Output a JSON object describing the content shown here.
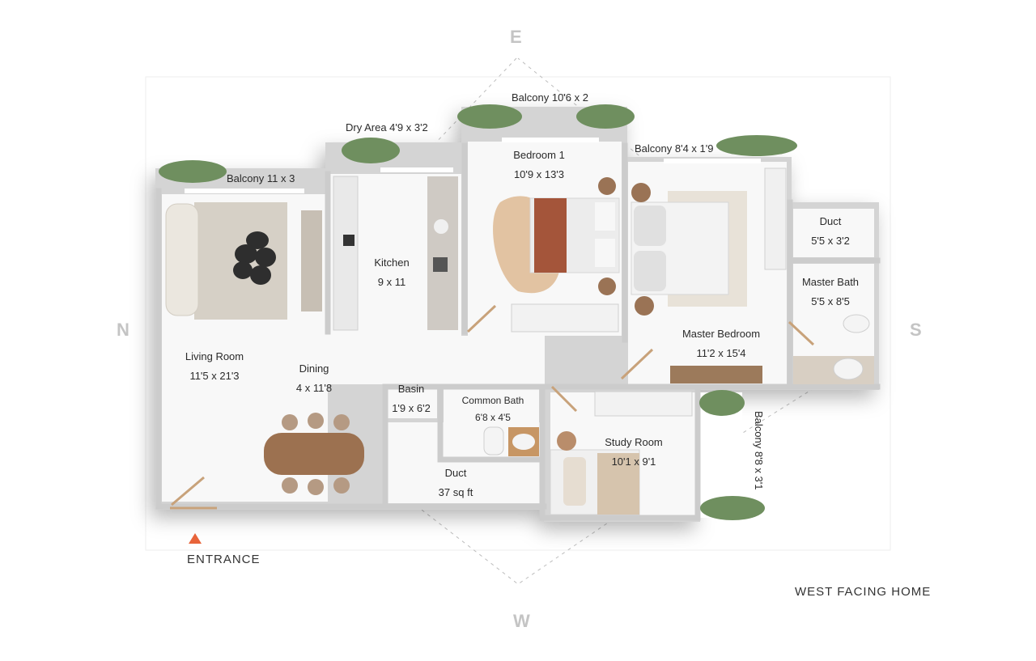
{
  "compass": {
    "north": "N",
    "south": "S",
    "east": "E",
    "west": "W"
  },
  "rooms": {
    "bedroom1": {
      "name": "Bedroom 1",
      "dims": "10'9 x 13'3"
    },
    "kitchen": {
      "name": "Kitchen",
      "dims": "9 x 11"
    },
    "living": {
      "name": "Living Room",
      "dims": "11'5 x 21'3"
    },
    "dining": {
      "name": "Dining",
      "dims": "4 x 11'8"
    },
    "master_bedroom": {
      "name": "Master Bedroom",
      "dims": "11'2 x 15'4"
    },
    "master_bath": {
      "name": "Master Bath",
      "dims": "5'5 x 8'5"
    },
    "duct_top": {
      "name": "Duct",
      "dims": "5'5 x 3'2"
    },
    "basin": {
      "name": "Basin",
      "dims": "1'9 x 6'2"
    },
    "common_bath": {
      "name": "Common Bath",
      "dims": "6'8 x 4'5"
    },
    "study": {
      "name": "Study Room",
      "dims": "10'1 x 9'1"
    },
    "duct_bottom": {
      "name": "Duct",
      "dims": "37 sq ft"
    }
  },
  "labels": {
    "balcony_top": "Balcony 10'6 x 2",
    "dry_area": "Dry Area 4'9 x 3'2",
    "balcony_right_top": "Balcony 8'4 x 1'9",
    "balcony_left": "Balcony 11 x 3",
    "balcony_vertical": "Balcony  8'8 x 3'1"
  },
  "entrance": "ENTRANCE",
  "facing": "WEST FACING HOME",
  "colors": {
    "wall": "#cfcfcf",
    "floor": "#f7f7f7",
    "wood": "#c8a27a",
    "plant": "#6f8f5f",
    "accent": "#e8643a"
  }
}
